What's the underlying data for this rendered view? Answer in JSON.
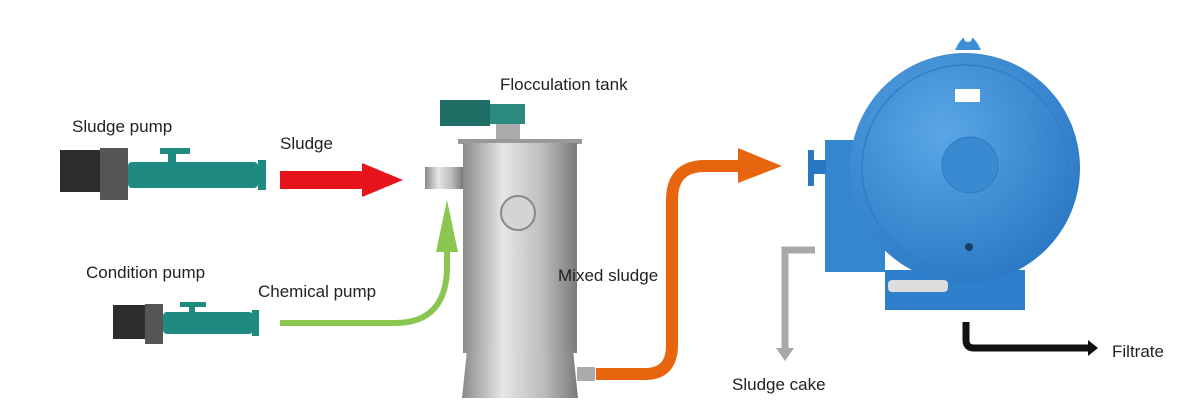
{
  "labels": {
    "sludge_pump": "Sludge pump",
    "sludge": "Sludge",
    "flocculation_tank": "Flocculation tank",
    "condition_pump": "Condition pump",
    "chemical_pump": "Chemical pump",
    "mixed_sludge": "Mixed sludge",
    "sludge_cake": "Sludge cake",
    "filtrate": "Filtrate"
  },
  "colors": {
    "sludge_arrow": "#e8141b",
    "chemical_arrow": "#8cc652",
    "mixed_sludge_arrow": "#e8650f",
    "sludge_cake_arrow": "#a8a8a8",
    "filtrate_arrow": "#111111",
    "pump_body": "#1e8a82",
    "machine_blue": "#3d8fd6",
    "tank_steel": "#c8c8c8"
  }
}
